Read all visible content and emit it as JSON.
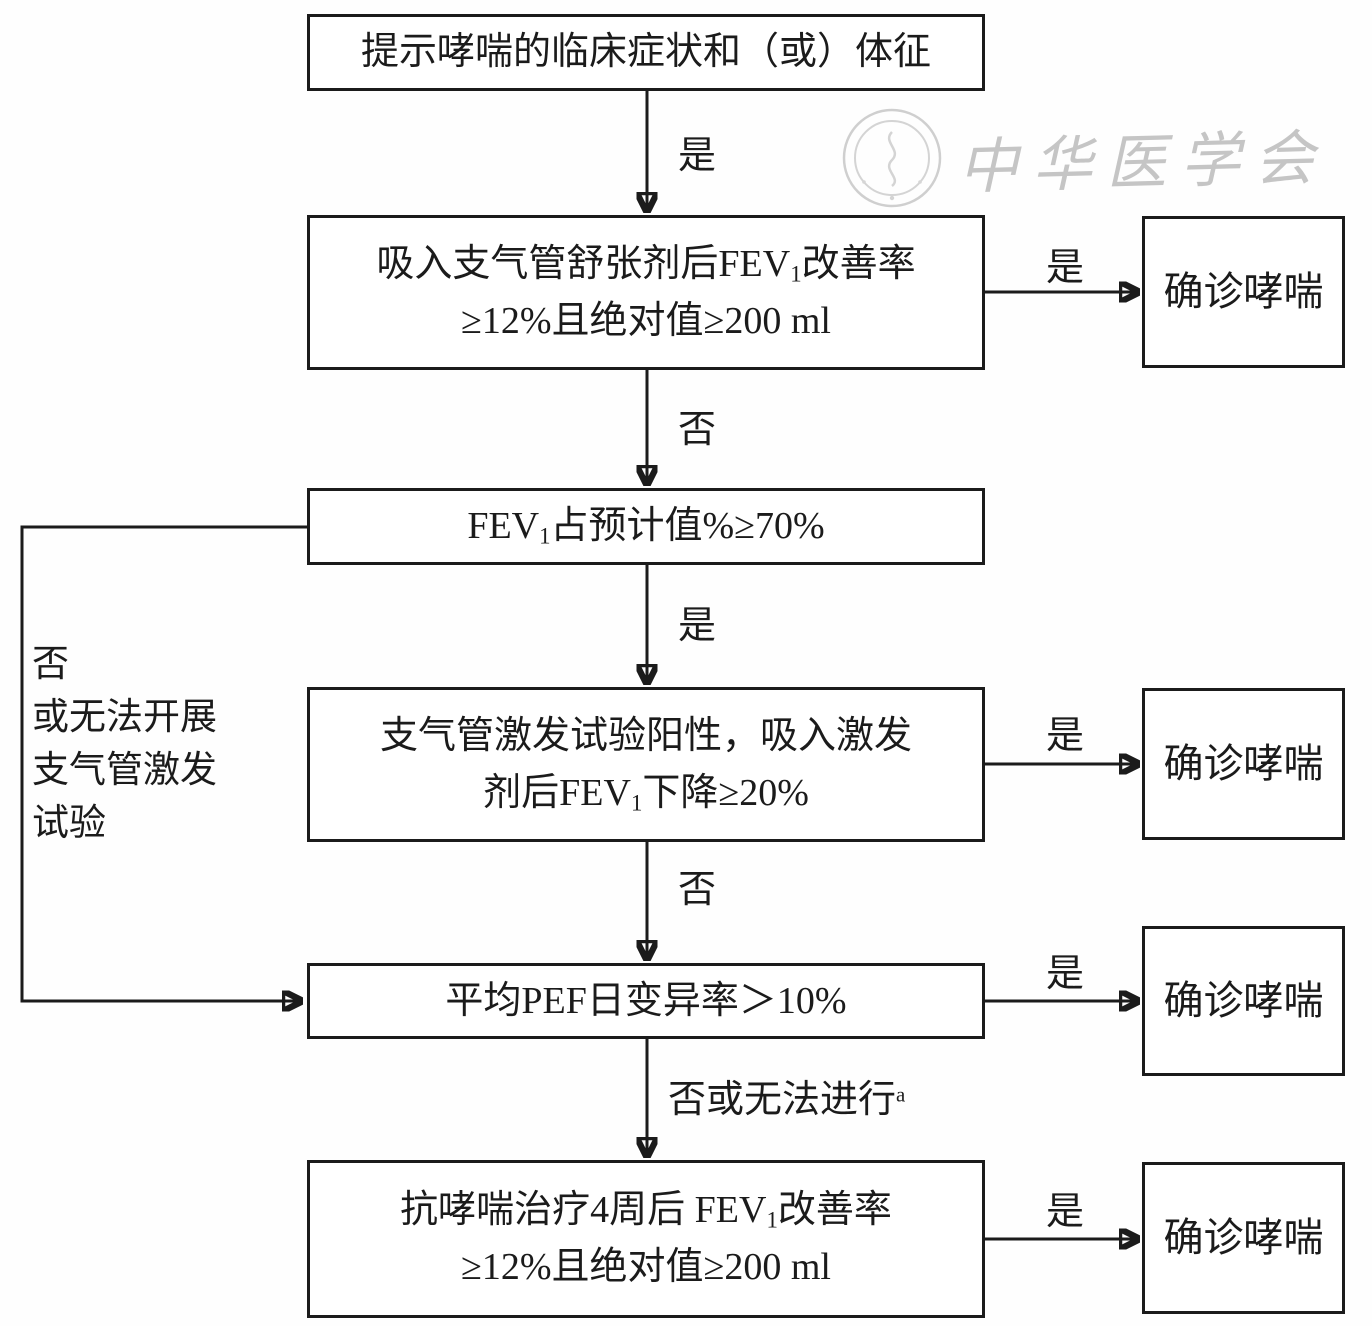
{
  "canvas": {
    "background": "#fefefe",
    "ink": "#1b1b1b",
    "watermark_color": "#b3b3b3"
  },
  "nodes": {
    "start": {
      "text": "提示哮喘的临床症状和（或）体征"
    },
    "bronchodilator": {
      "l1a": "吸入支气管舒张剂后FEV",
      "l1sub": "1",
      "l1b": "改善率",
      "l2": "≥12%且绝对值≥200 ml"
    },
    "fev_predicted": {
      "l1a": "FEV",
      "l1sub": "1",
      "l1b": "占预计值%≥70%"
    },
    "provocation": {
      "l1": "支气管激发试验阳性，吸入激发",
      "l2a": "剂后FEV",
      "l2sub": "1",
      "l2b": "下降≥20%"
    },
    "pef": {
      "text": "平均PEF日变异率＞10%"
    },
    "treatment": {
      "l1a": "抗哮喘治疗4周后 FEV",
      "l1sub": "1",
      "l1b": "改善率",
      "l2": "≥12%且绝对值≥200 ml"
    },
    "confirm1": {
      "text": "确诊哮喘"
    },
    "confirm2": {
      "text": "确诊哮喘"
    },
    "confirm3": {
      "text": "确诊哮喘"
    },
    "confirm4": {
      "text": "确诊哮喘"
    }
  },
  "edges": {
    "start_yes": "是",
    "bdt_yes": "是",
    "bdt_no": "否",
    "fev_yes": "是",
    "prov_yes": "是",
    "prov_no": "否",
    "pef_yes": "是",
    "pef_no": "否或无法进行",
    "pef_no_sup": "a",
    "treat_yes": "是",
    "bypass": {
      "l1": "否",
      "l2": "或无法开展",
      "l3": "支气管激发",
      "l4": "试验"
    }
  },
  "watermark": {
    "text": "中华医学会"
  }
}
